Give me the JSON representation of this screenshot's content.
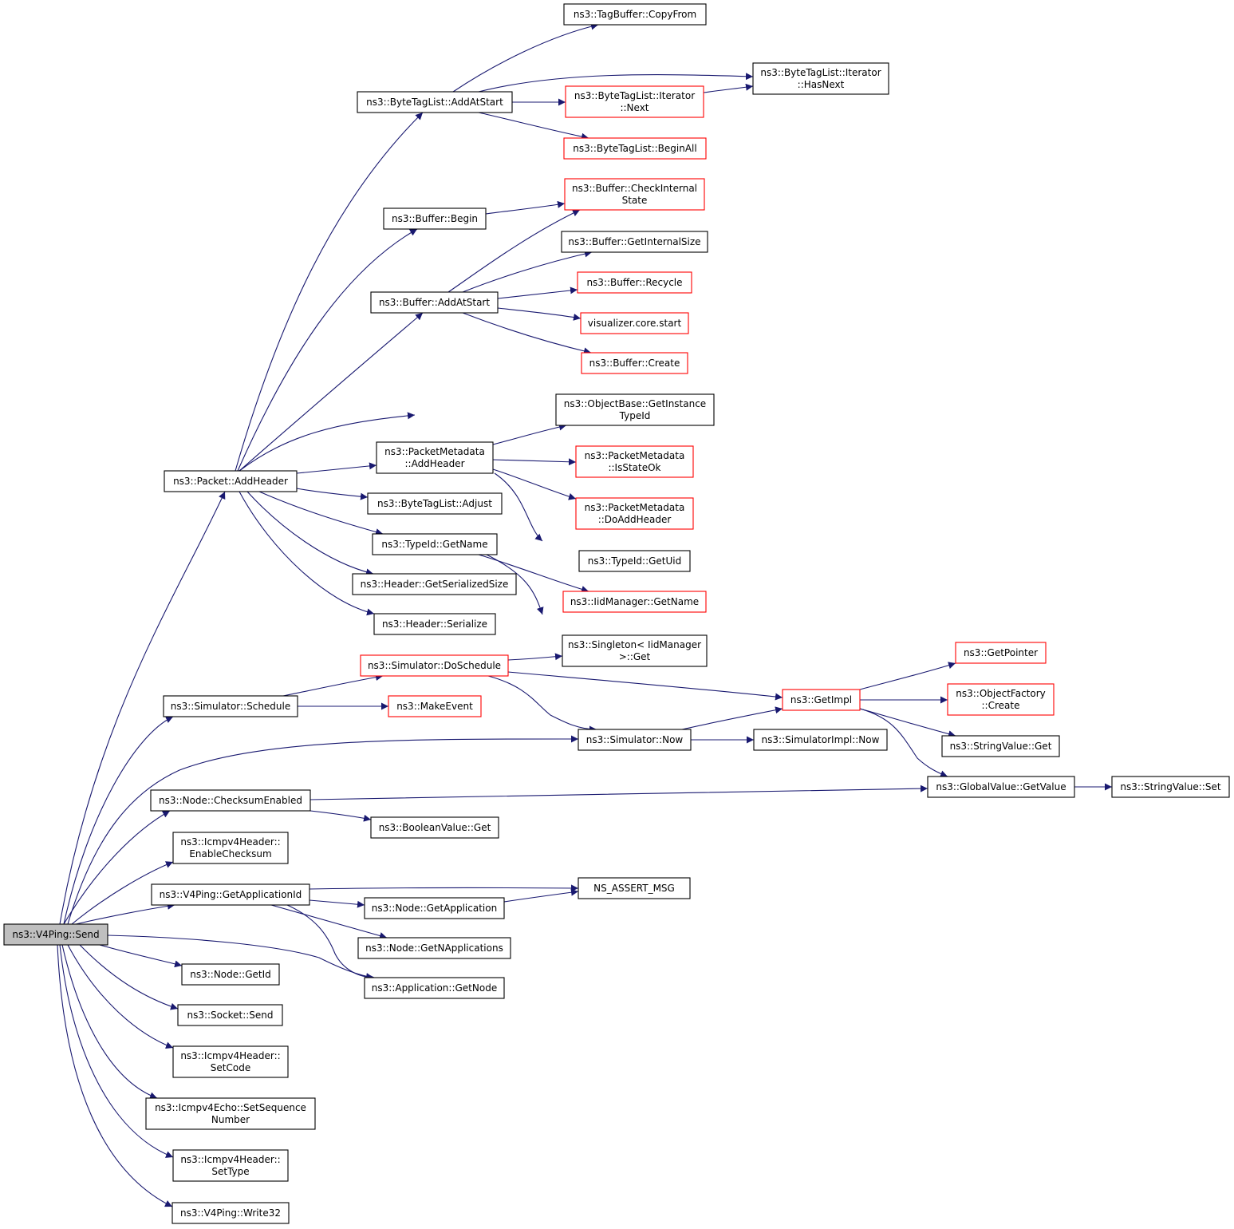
{
  "graph": {
    "nodes": [
      {
        "id": "send",
        "lines": [
          "ns3::V4Ping::Send"
        ],
        "style": "root"
      },
      {
        "id": "add_header",
        "lines": [
          "ns3::Packet::AddHeader"
        ],
        "style": "normal"
      },
      {
        "id": "schedule",
        "lines": [
          "ns3::Simulator::Schedule"
        ],
        "style": "normal"
      },
      {
        "id": "checksum_enabled",
        "lines": [
          "ns3::Node::ChecksumEnabled"
        ],
        "style": "normal"
      },
      {
        "id": "enable_checksum",
        "lines": [
          "ns3::Icmpv4Header::",
          "EnableChecksum"
        ],
        "style": "normal"
      },
      {
        "id": "get_application_id",
        "lines": [
          "ns3::V4Ping::GetApplicationId"
        ],
        "style": "normal"
      },
      {
        "id": "node_get_id",
        "lines": [
          "ns3::Node::GetId"
        ],
        "style": "normal"
      },
      {
        "id": "socket_send",
        "lines": [
          "ns3::Socket::Send"
        ],
        "style": "normal"
      },
      {
        "id": "set_code",
        "lines": [
          "ns3::Icmpv4Header::",
          "SetCode"
        ],
        "style": "normal"
      },
      {
        "id": "set_sequence",
        "lines": [
          "ns3::Icmpv4Echo::SetSequence",
          "Number"
        ],
        "style": "normal"
      },
      {
        "id": "set_type",
        "lines": [
          "ns3::Icmpv4Header::",
          "SetType"
        ],
        "style": "normal"
      },
      {
        "id": "write32",
        "lines": [
          "ns3::V4Ping::Write32"
        ],
        "style": "normal"
      },
      {
        "id": "btl_add_at_start",
        "lines": [
          "ns3::ByteTagList::AddAtStart"
        ],
        "style": "normal"
      },
      {
        "id": "buffer_begin",
        "lines": [
          "ns3::Buffer::Begin"
        ],
        "style": "normal"
      },
      {
        "id": "buffer_add_at_start",
        "lines": [
          "ns3::Buffer::AddAtStart"
        ],
        "style": "normal"
      },
      {
        "id": "pm_add_header",
        "lines": [
          "ns3::PacketMetadata",
          "::AddHeader"
        ],
        "style": "normal"
      },
      {
        "id": "btl_adjust",
        "lines": [
          "ns3::ByteTagList::Adjust"
        ],
        "style": "normal"
      },
      {
        "id": "typeid_get_name",
        "lines": [
          "ns3::TypeId::GetName"
        ],
        "style": "normal"
      },
      {
        "id": "header_get_serialized_size",
        "lines": [
          "ns3::Header::GetSerializedSize"
        ],
        "style": "normal"
      },
      {
        "id": "header_serialize",
        "lines": [
          "ns3::Header::Serialize"
        ],
        "style": "normal"
      },
      {
        "id": "do_schedule",
        "lines": [
          "ns3::Simulator::DoSchedule"
        ],
        "style": "red"
      },
      {
        "id": "make_event",
        "lines": [
          "ns3::MakeEvent"
        ],
        "style": "red"
      },
      {
        "id": "boolean_value_get",
        "lines": [
          "ns3::BooleanValue::Get"
        ],
        "style": "normal"
      },
      {
        "id": "node_get_application",
        "lines": [
          "ns3::Node::GetApplication"
        ],
        "style": "normal"
      },
      {
        "id": "node_get_n_applications",
        "lines": [
          "ns3::Node::GetNApplications"
        ],
        "style": "normal"
      },
      {
        "id": "application_get_node",
        "lines": [
          "ns3::Application::GetNode"
        ],
        "style": "normal"
      },
      {
        "id": "tagbuffer_copy_from",
        "lines": [
          "ns3::TagBuffer::CopyFrom"
        ],
        "style": "normal"
      },
      {
        "id": "btl_iter_next",
        "lines": [
          "ns3::ByteTagList::Iterator",
          "::Next"
        ],
        "style": "red"
      },
      {
        "id": "btl_begin_all",
        "lines": [
          "ns3::ByteTagList::BeginAll"
        ],
        "style": "red"
      },
      {
        "id": "buffer_check_internal_state",
        "lines": [
          "ns3::Buffer::CheckInternal",
          "State"
        ],
        "style": "red"
      },
      {
        "id": "buffer_get_internal_size",
        "lines": [
          "ns3::Buffer::GetInternalSize"
        ],
        "style": "normal"
      },
      {
        "id": "buffer_recycle",
        "lines": [
          "ns3::Buffer::Recycle"
        ],
        "style": "red"
      },
      {
        "id": "visualizer_core_start",
        "lines": [
          "visualizer.core.start"
        ],
        "style": "red"
      },
      {
        "id": "buffer_create",
        "lines": [
          "ns3::Buffer::Create"
        ],
        "style": "red"
      },
      {
        "id": "objectbase_get_instance_typeid",
        "lines": [
          "ns3::ObjectBase::GetInstance",
          "TypeId"
        ],
        "style": "normal"
      },
      {
        "id": "pm_is_state_ok",
        "lines": [
          "ns3::PacketMetadata",
          "::IsStateOk"
        ],
        "style": "red"
      },
      {
        "id": "pm_do_add_header",
        "lines": [
          "ns3::PacketMetadata",
          "::DoAddHeader"
        ],
        "style": "red"
      },
      {
        "id": "typeid_get_uid",
        "lines": [
          "ns3::TypeId::GetUid"
        ],
        "style": "normal"
      },
      {
        "id": "iidmanager_get_name",
        "lines": [
          "ns3::IidManager::GetName"
        ],
        "style": "red"
      },
      {
        "id": "singleton_get",
        "lines": [
          "ns3::Singleton< IidManager",
          ">::Get"
        ],
        "style": "normal"
      },
      {
        "id": "simulator_now",
        "lines": [
          "ns3::Simulator::Now"
        ],
        "style": "normal"
      },
      {
        "id": "ns_assert_msg",
        "lines": [
          "NS_ASSERT_MSG"
        ],
        "style": "normal"
      },
      {
        "id": "btl_iter_has_next",
        "lines": [
          "ns3::ByteTagList::Iterator",
          "::HasNext"
        ],
        "style": "normal"
      },
      {
        "id": "get_impl",
        "lines": [
          "ns3::GetImpl"
        ],
        "style": "red"
      },
      {
        "id": "simulatorimpl_now",
        "lines": [
          "ns3::SimulatorImpl::Now"
        ],
        "style": "normal"
      },
      {
        "id": "globalvalue_get_value",
        "lines": [
          "ns3::GlobalValue::GetValue"
        ],
        "style": "normal"
      },
      {
        "id": "get_pointer",
        "lines": [
          "ns3::GetPointer"
        ],
        "style": "red"
      },
      {
        "id": "objectfactory_create",
        "lines": [
          "ns3::ObjectFactory",
          "::Create"
        ],
        "style": "red"
      },
      {
        "id": "stringvalue_get",
        "lines": [
          "ns3::StringValue::Get"
        ],
        "style": "normal"
      },
      {
        "id": "stringvalue_set",
        "lines": [
          "ns3::StringValue::Set"
        ],
        "style": "normal"
      }
    ],
    "edges": [
      [
        "send",
        "add_header"
      ],
      [
        "send",
        "schedule"
      ],
      [
        "send",
        "simulator_now"
      ],
      [
        "send",
        "checksum_enabled"
      ],
      [
        "send",
        "enable_checksum"
      ],
      [
        "send",
        "get_application_id"
      ],
      [
        "send",
        "application_get_node"
      ],
      [
        "send",
        "node_get_id"
      ],
      [
        "send",
        "socket_send"
      ],
      [
        "send",
        "set_code"
      ],
      [
        "send",
        "set_sequence"
      ],
      [
        "send",
        "set_type"
      ],
      [
        "send",
        "write32"
      ],
      [
        "add_header",
        "btl_add_at_start"
      ],
      [
        "add_header",
        "buffer_begin"
      ],
      [
        "add_header",
        "buffer_add_at_start"
      ],
      [
        "add_header",
        "objectbase_get_instance_typeid"
      ],
      [
        "add_header",
        "pm_add_header"
      ],
      [
        "add_header",
        "btl_adjust"
      ],
      [
        "add_header",
        "typeid_get_name"
      ],
      [
        "add_header",
        "header_get_serialized_size"
      ],
      [
        "add_header",
        "header_serialize"
      ],
      [
        "btl_add_at_start",
        "tagbuffer_copy_from"
      ],
      [
        "btl_add_at_start",
        "btl_iter_has_next"
      ],
      [
        "btl_add_at_start",
        "btl_iter_next"
      ],
      [
        "btl_add_at_start",
        "btl_begin_all"
      ],
      [
        "btl_iter_next",
        "btl_iter_has_next"
      ],
      [
        "buffer_begin",
        "buffer_check_internal_state"
      ],
      [
        "buffer_add_at_start",
        "buffer_check_internal_state"
      ],
      [
        "buffer_add_at_start",
        "buffer_get_internal_size"
      ],
      [
        "buffer_add_at_start",
        "buffer_recycle"
      ],
      [
        "buffer_add_at_start",
        "visualizer_core_start"
      ],
      [
        "buffer_add_at_start",
        "buffer_create"
      ],
      [
        "pm_add_header",
        "objectbase_get_instance_typeid"
      ],
      [
        "pm_add_header",
        "pm_is_state_ok"
      ],
      [
        "pm_add_header",
        "pm_do_add_header"
      ],
      [
        "pm_add_header",
        "typeid_get_uid"
      ],
      [
        "typeid_get_name",
        "iidmanager_get_name"
      ],
      [
        "typeid_get_name",
        "singleton_get"
      ],
      [
        "schedule",
        "do_schedule"
      ],
      [
        "schedule",
        "make_event"
      ],
      [
        "do_schedule",
        "singleton_get"
      ],
      [
        "do_schedule",
        "get_impl"
      ],
      [
        "do_schedule",
        "simulator_now"
      ],
      [
        "simulator_now",
        "get_impl"
      ],
      [
        "simulator_now",
        "simulatorimpl_now"
      ],
      [
        "get_impl",
        "get_pointer"
      ],
      [
        "get_impl",
        "objectfactory_create"
      ],
      [
        "get_impl",
        "stringvalue_get"
      ],
      [
        "get_impl",
        "globalvalue_get_value"
      ],
      [
        "checksum_enabled",
        "globalvalue_get_value"
      ],
      [
        "checksum_enabled",
        "boolean_value_get"
      ],
      [
        "globalvalue_get_value",
        "stringvalue_set"
      ],
      [
        "get_application_id",
        "ns_assert_msg"
      ],
      [
        "get_application_id",
        "node_get_application"
      ],
      [
        "get_application_id",
        "node_get_n_applications"
      ],
      [
        "get_application_id",
        "application_get_node"
      ],
      [
        "node_get_application",
        "ns_assert_msg"
      ]
    ]
  }
}
